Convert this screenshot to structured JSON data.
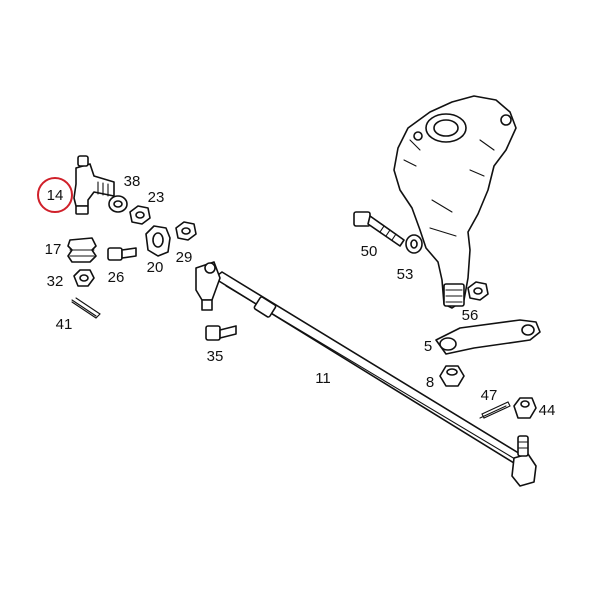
{
  "highlight_color": "#d0202a",
  "labels": {
    "p14": "14",
    "p38": "38",
    "p23": "23",
    "p17": "17",
    "p26": "26",
    "p20": "20",
    "p29": "29",
    "p32": "32",
    "p41": "41",
    "p50": "50",
    "p53": "53",
    "p56": "56",
    "p5": "5",
    "p35": "35",
    "p11": "11",
    "p8": "8",
    "p47": "47",
    "p44": "44"
  },
  "highlighted_part": "14"
}
